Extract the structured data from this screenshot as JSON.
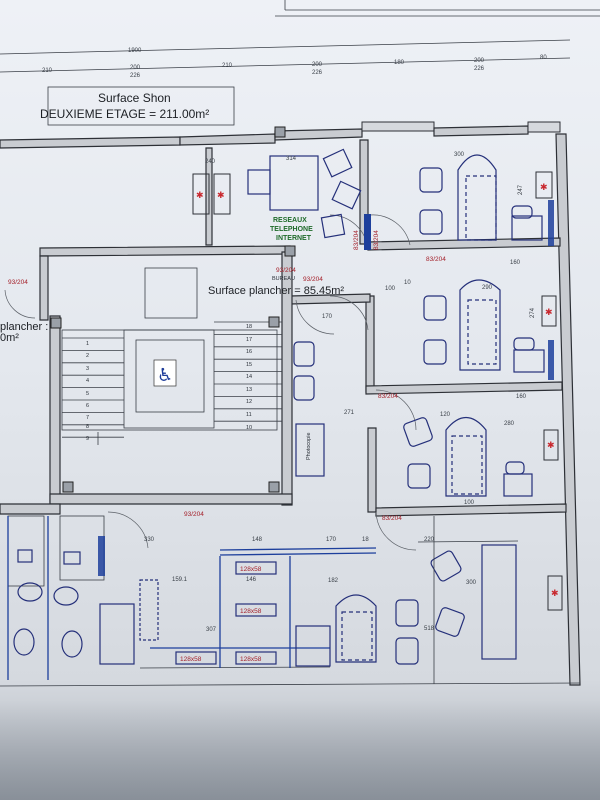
{
  "plan": {
    "shon_label": "Surface Shon",
    "floor_title": "DEUXIEME ETAGE = 211.00m²",
    "floor_area": "Surface plancher = 85.45m²",
    "left_area_1": "plancher :",
    "left_area_2": "0m²",
    "network_1": "RESEAUX",
    "network_2": "TELEPHONE",
    "network_3": "INTERNET",
    "bureau": "BUREAU",
    "photocopy": "Photocopie"
  },
  "dims": {
    "top_total": "1900",
    "d210": "210",
    "d200": "200",
    "d226": "226",
    "d180": "180",
    "d80": "80",
    "d314": "314",
    "d300": "300",
    "d240": "240",
    "d247": "247",
    "d160": "160",
    "d100": "100",
    "d10": "10",
    "d290": "290",
    "d274": "274",
    "d170": "170",
    "d271": "271",
    "d120": "120",
    "d280": "280",
    "d330": "330",
    "d148": "148",
    "d146": "146",
    "d182": "182",
    "d159": "159.1",
    "d307": "307",
    "d518": "518",
    "d220": "220",
    "d18": "18"
  },
  "doors": {
    "door_a": "93/204",
    "door_b": "83/204",
    "door_c": "128x58"
  },
  "stairs": {
    "left_steps": [
      "1",
      "2",
      "3",
      "4",
      "5",
      "6",
      "7",
      "8",
      "9"
    ],
    "right_steps": [
      "18",
      "17",
      "16",
      "15",
      "14",
      "13",
      "12",
      "11",
      "10"
    ]
  },
  "colors": {
    "wall_line": "#2d3036",
    "furniture": "#25307a",
    "network_text": "#1f6b2a",
    "door_label": "#a4202a"
  }
}
